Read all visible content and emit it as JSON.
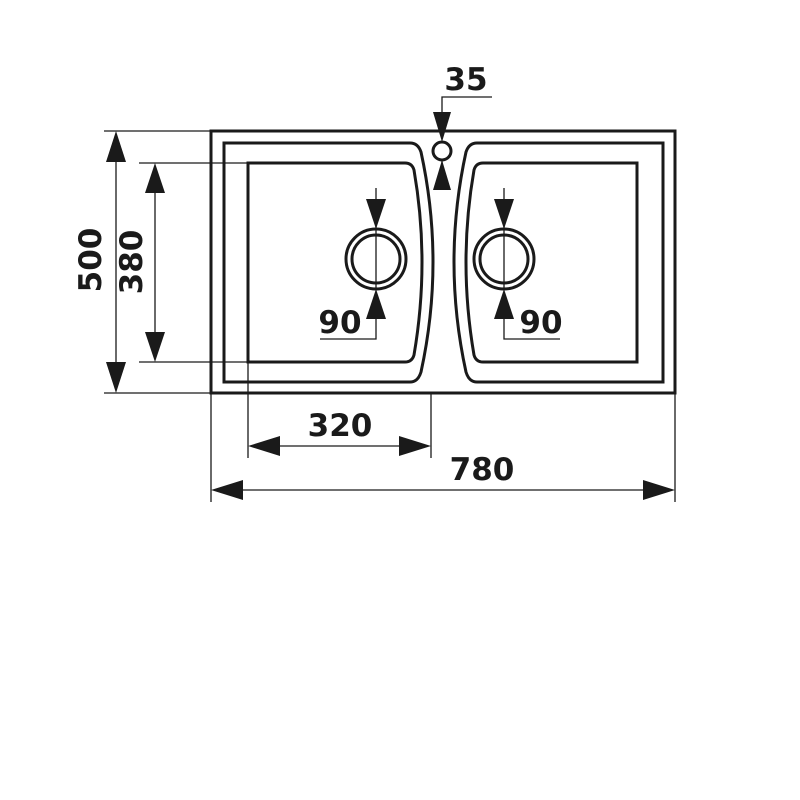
{
  "dimensions": {
    "tap_hole": "35",
    "overall_depth": "500",
    "bowl_depth": "380",
    "left_drain": "90",
    "right_drain": "90",
    "bowl_width": "320",
    "overall_width": "780"
  }
}
